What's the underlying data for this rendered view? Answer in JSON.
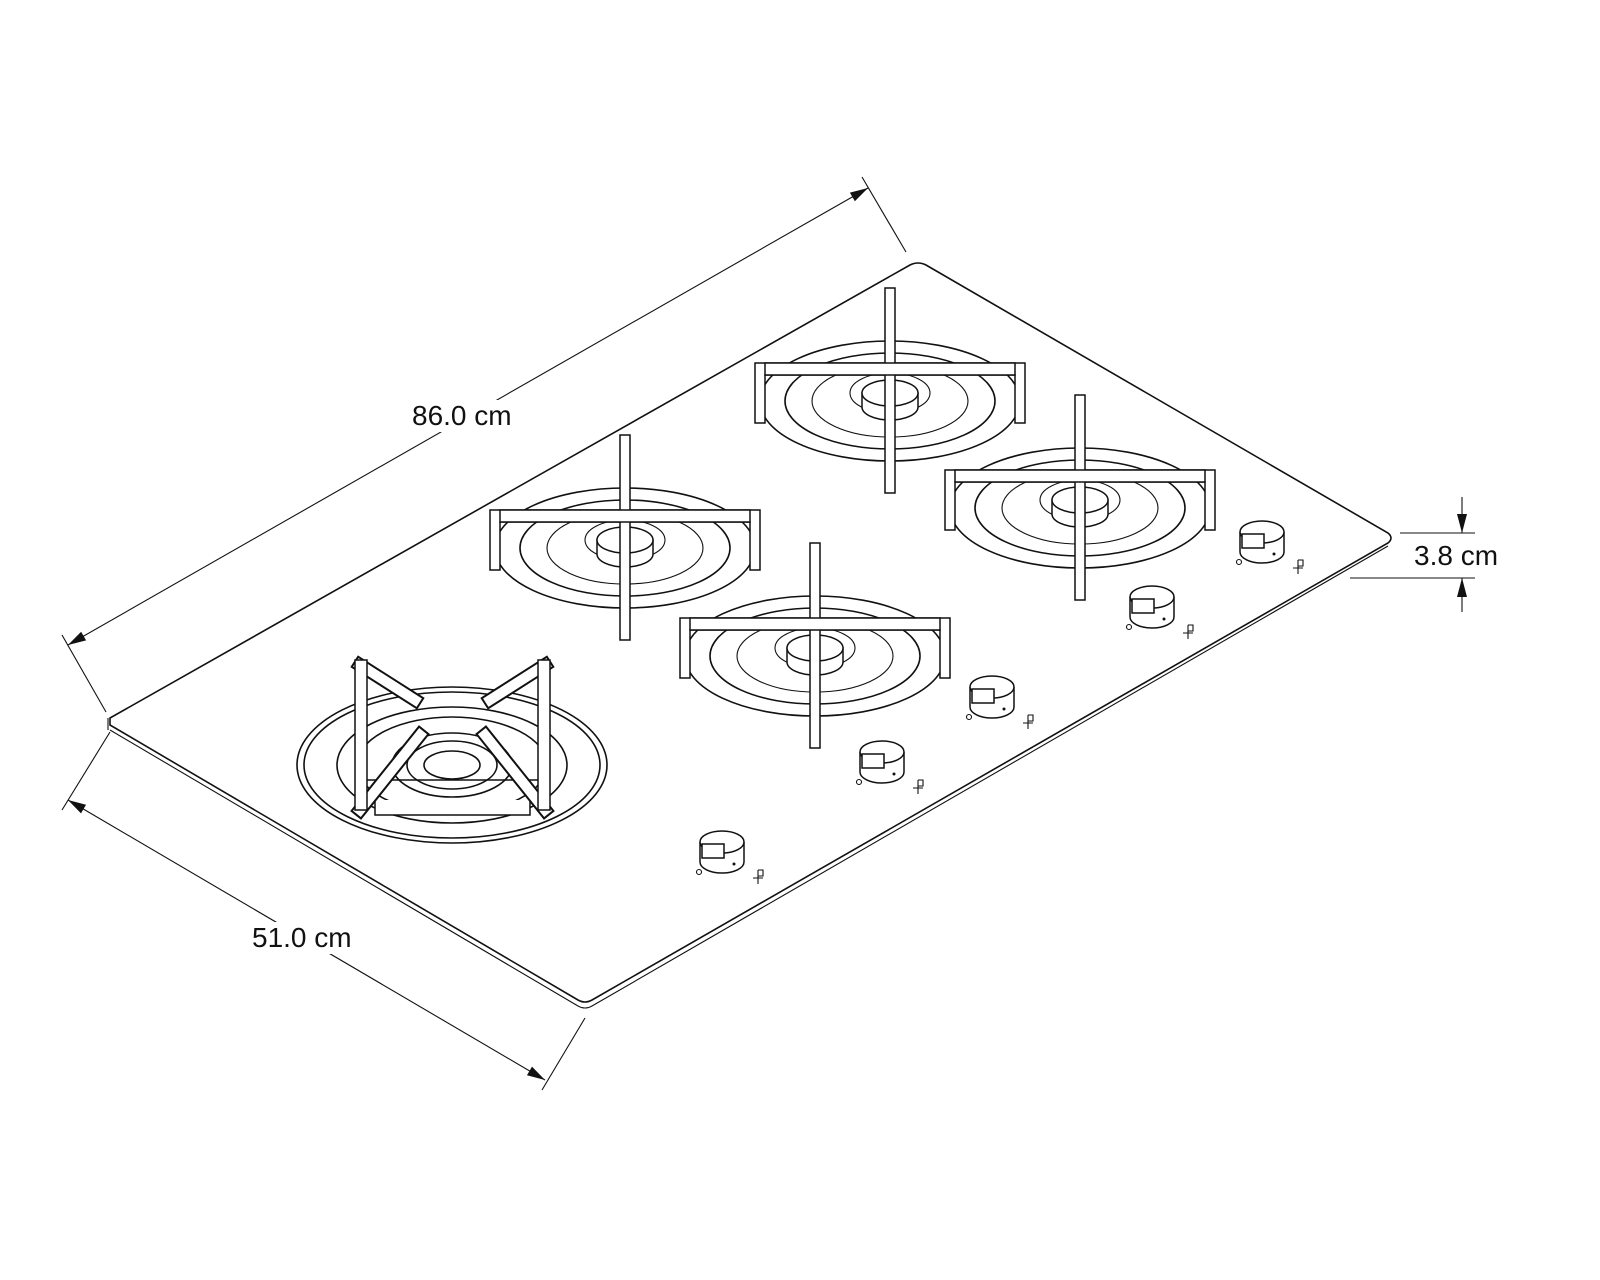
{
  "title": "Gas cooktop dimension drawing",
  "dimensions": {
    "width": "86.0 cm",
    "depth": "51.0 cm",
    "height": "3.8 cm"
  },
  "burners": [
    "wok",
    "small",
    "medium",
    "rear",
    "right"
  ],
  "knob_count": 5
}
